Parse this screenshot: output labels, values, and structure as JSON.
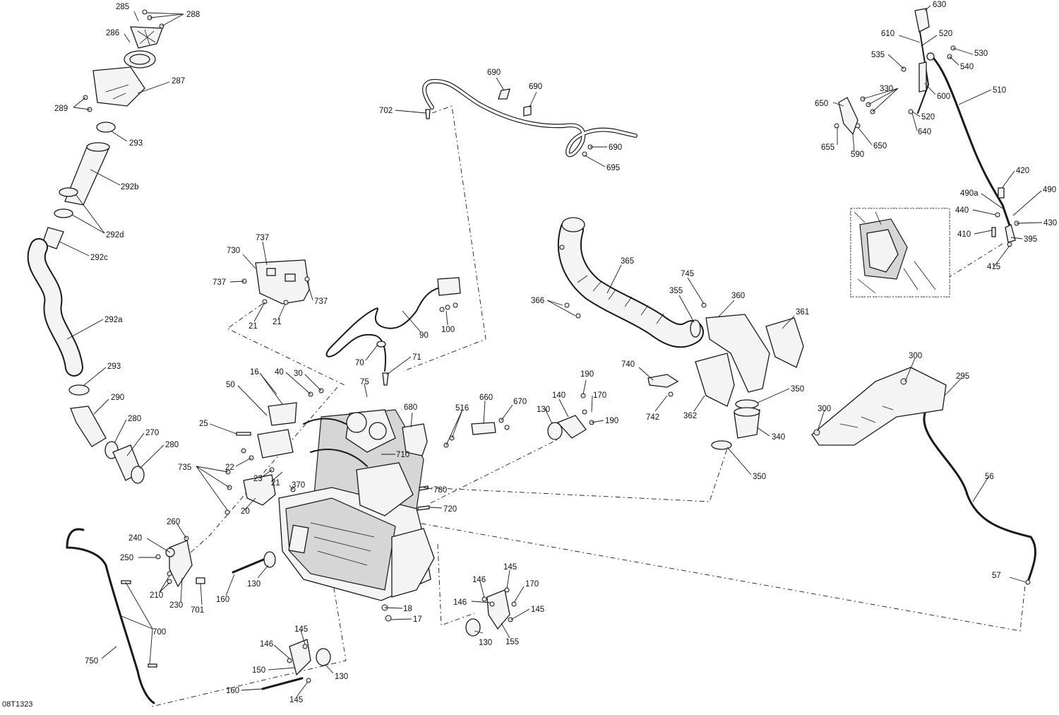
{
  "figure_code": "08T1323",
  "callouts": [
    {
      "id": "c285",
      "label": "285"
    },
    {
      "id": "c288",
      "label": "288"
    },
    {
      "id": "c286",
      "label": "286"
    },
    {
      "id": "c287",
      "label": "287"
    },
    {
      "id": "c289",
      "label": "289"
    },
    {
      "id": "c293a",
      "label": "293"
    },
    {
      "id": "c292b",
      "label": "292b"
    },
    {
      "id": "c292d",
      "label": "292d"
    },
    {
      "id": "c292c",
      "label": "292c"
    },
    {
      "id": "c292a",
      "label": "292a"
    },
    {
      "id": "c293b",
      "label": "293"
    },
    {
      "id": "c290",
      "label": "290"
    },
    {
      "id": "c280a",
      "label": "280"
    },
    {
      "id": "c270",
      "label": "270"
    },
    {
      "id": "c280b",
      "label": "280"
    },
    {
      "id": "c690a",
      "label": "690"
    },
    {
      "id": "c690b",
      "label": "690"
    },
    {
      "id": "c702",
      "label": "702"
    },
    {
      "id": "c690c",
      "label": "690"
    },
    {
      "id": "c695",
      "label": "695"
    },
    {
      "id": "c737a",
      "label": "737"
    },
    {
      "id": "c730",
      "label": "730"
    },
    {
      "id": "c737b",
      "label": "737"
    },
    {
      "id": "c737c",
      "label": "737"
    },
    {
      "id": "c21a",
      "label": "21"
    },
    {
      "id": "c21b",
      "label": "21"
    },
    {
      "id": "c90",
      "label": "90"
    },
    {
      "id": "c100",
      "label": "100"
    },
    {
      "id": "c70",
      "label": "70"
    },
    {
      "id": "c71",
      "label": "71"
    },
    {
      "id": "c75",
      "label": "75"
    },
    {
      "id": "c16",
      "label": "16"
    },
    {
      "id": "c40",
      "label": "40"
    },
    {
      "id": "c30",
      "label": "30"
    },
    {
      "id": "c50",
      "label": "50"
    },
    {
      "id": "c25",
      "label": "25"
    },
    {
      "id": "c22",
      "label": "22"
    },
    {
      "id": "c735",
      "label": "735"
    },
    {
      "id": "c23",
      "label": "23"
    },
    {
      "id": "c21c",
      "label": "21"
    },
    {
      "id": "c370",
      "label": "370"
    },
    {
      "id": "c20",
      "label": "20"
    },
    {
      "id": "c680",
      "label": "680"
    },
    {
      "id": "c660",
      "label": "660"
    },
    {
      "id": "c670",
      "label": "670"
    },
    {
      "id": "c516",
      "label": "516"
    },
    {
      "id": "c710",
      "label": "710"
    },
    {
      "id": "c780",
      "label": "780"
    },
    {
      "id": "c720",
      "label": "720"
    },
    {
      "id": "c190a",
      "label": "190"
    },
    {
      "id": "c140a",
      "label": "140"
    },
    {
      "id": "c170a",
      "label": "170"
    },
    {
      "id": "c130a",
      "label": "130"
    },
    {
      "id": "c190b",
      "label": "190"
    },
    {
      "id": "c365",
      "label": "365"
    },
    {
      "id": "c366",
      "label": "366"
    },
    {
      "id": "c745",
      "label": "745"
    },
    {
      "id": "c355",
      "label": "355"
    },
    {
      "id": "c360",
      "label": "360"
    },
    {
      "id": "c361",
      "label": "361"
    },
    {
      "id": "c740",
      "label": "740"
    },
    {
      "id": "c742",
      "label": "742"
    },
    {
      "id": "c362",
      "label": "362"
    },
    {
      "id": "c350a",
      "label": "350"
    },
    {
      "id": "c340",
      "label": "340"
    },
    {
      "id": "c350b",
      "label": "350"
    },
    {
      "id": "c630",
      "label": "630"
    },
    {
      "id": "c610",
      "label": "610"
    },
    {
      "id": "c520a",
      "label": "520"
    },
    {
      "id": "c535",
      "label": "535"
    },
    {
      "id": "c530",
      "label": "530"
    },
    {
      "id": "c540",
      "label": "540"
    },
    {
      "id": "c330",
      "label": "330"
    },
    {
      "id": "c510",
      "label": "510"
    },
    {
      "id": "c650a",
      "label": "650"
    },
    {
      "id": "c600",
      "label": "600"
    },
    {
      "id": "c520b",
      "label": "520"
    },
    {
      "id": "c640",
      "label": "640"
    },
    {
      "id": "c655",
      "label": "655"
    },
    {
      "id": "c590",
      "label": "590"
    },
    {
      "id": "c650b",
      "label": "650"
    },
    {
      "id": "c420",
      "label": "420"
    },
    {
      "id": "c490a",
      "label": "490a"
    },
    {
      "id": "c490",
      "label": "490"
    },
    {
      "id": "c440",
      "label": "440"
    },
    {
      "id": "c430",
      "label": "430"
    },
    {
      "id": "c410",
      "label": "410"
    },
    {
      "id": "c395",
      "label": "395"
    },
    {
      "id": "c415",
      "label": "415"
    },
    {
      "id": "c300a",
      "label": "300"
    },
    {
      "id": "c295",
      "label": "295"
    },
    {
      "id": "c300b",
      "label": "300"
    },
    {
      "id": "c56",
      "label": "56"
    },
    {
      "id": "c57",
      "label": "57"
    },
    {
      "id": "c260",
      "label": "260"
    },
    {
      "id": "c240",
      "label": "240"
    },
    {
      "id": "c250",
      "label": "250"
    },
    {
      "id": "c210",
      "label": "210"
    },
    {
      "id": "c230",
      "label": "230"
    },
    {
      "id": "c701",
      "label": "701"
    },
    {
      "id": "c160a",
      "label": "160"
    },
    {
      "id": "c130b",
      "label": "130"
    },
    {
      "id": "c700",
      "label": "700"
    },
    {
      "id": "c750",
      "label": "750"
    },
    {
      "id": "c18",
      "label": "18"
    },
    {
      "id": "c17",
      "label": "17"
    },
    {
      "id": "c145a",
      "label": "145"
    },
    {
      "id": "c146a",
      "label": "146"
    },
    {
      "id": "c150",
      "label": "150"
    },
    {
      "id": "c130c",
      "label": "130"
    },
    {
      "id": "c160b",
      "label": "160"
    },
    {
      "id": "c145b",
      "label": "145"
    },
    {
      "id": "c146b",
      "label": "146"
    },
    {
      "id": "c145c",
      "label": "145"
    },
    {
      "id": "c170b",
      "label": "170"
    },
    {
      "id": "c146c",
      "label": "146"
    },
    {
      "id": "c145d",
      "label": "145"
    },
    {
      "id": "c130d",
      "label": "130"
    },
    {
      "id": "c155",
      "label": "155"
    }
  ]
}
